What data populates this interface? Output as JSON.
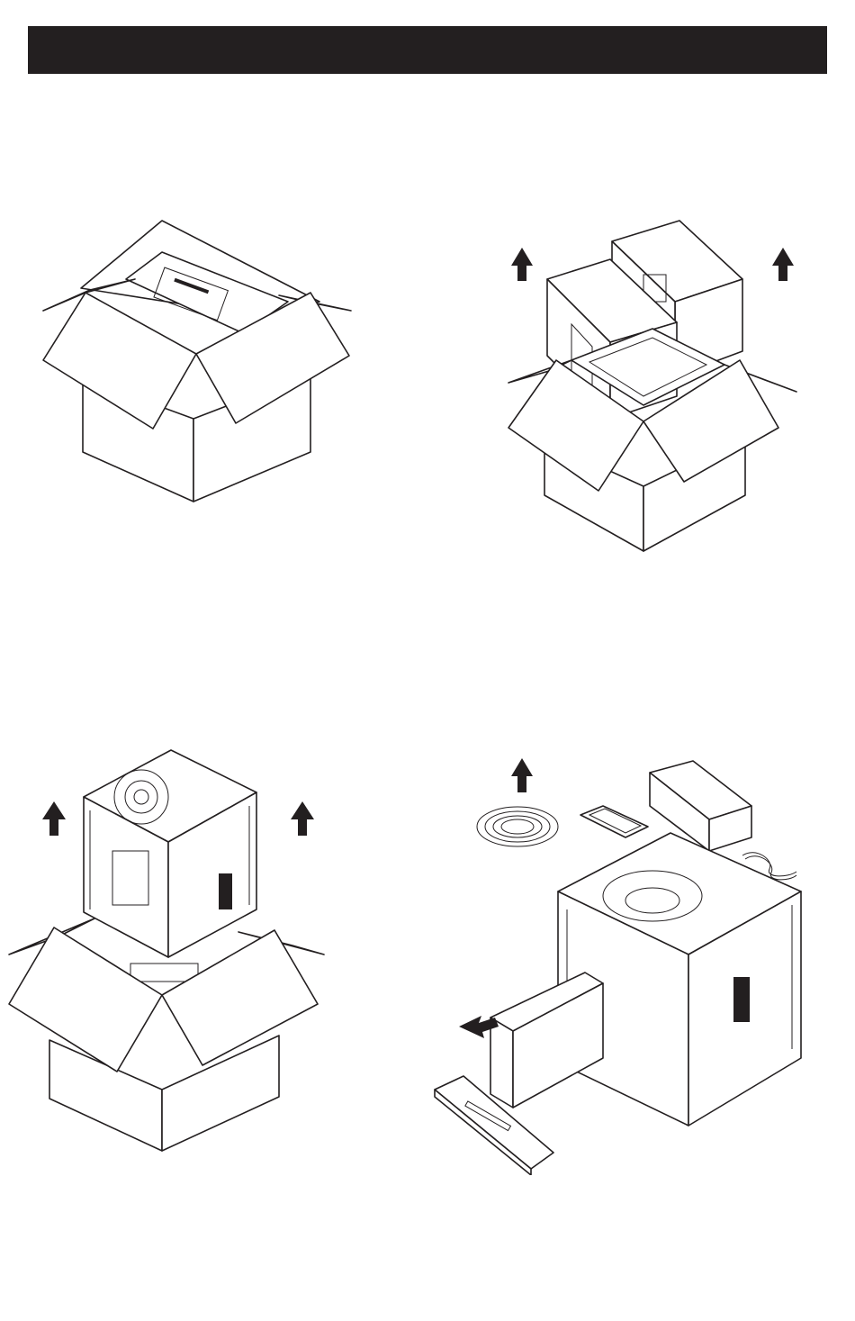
{
  "header": {
    "color": "#231f20"
  },
  "steps": [
    {
      "id": "step-1",
      "icons": [
        "open-box-icon",
        "top-tray-icon"
      ]
    },
    {
      "id": "step-2",
      "icons": [
        "foam-insert-left-icon",
        "foam-insert-right-icon",
        "lift-up-arrow-icon"
      ]
    },
    {
      "id": "step-3",
      "icons": [
        "printer-frame-icon",
        "lift-up-arrow-icon"
      ]
    },
    {
      "id": "step-4",
      "icons": [
        "filament-spool-icon",
        "touch-screen-icon",
        "power-cable-icon",
        "accessory-box-icon",
        "foam-slide-out-icon",
        "pull-out-arrow-icon"
      ]
    }
  ]
}
